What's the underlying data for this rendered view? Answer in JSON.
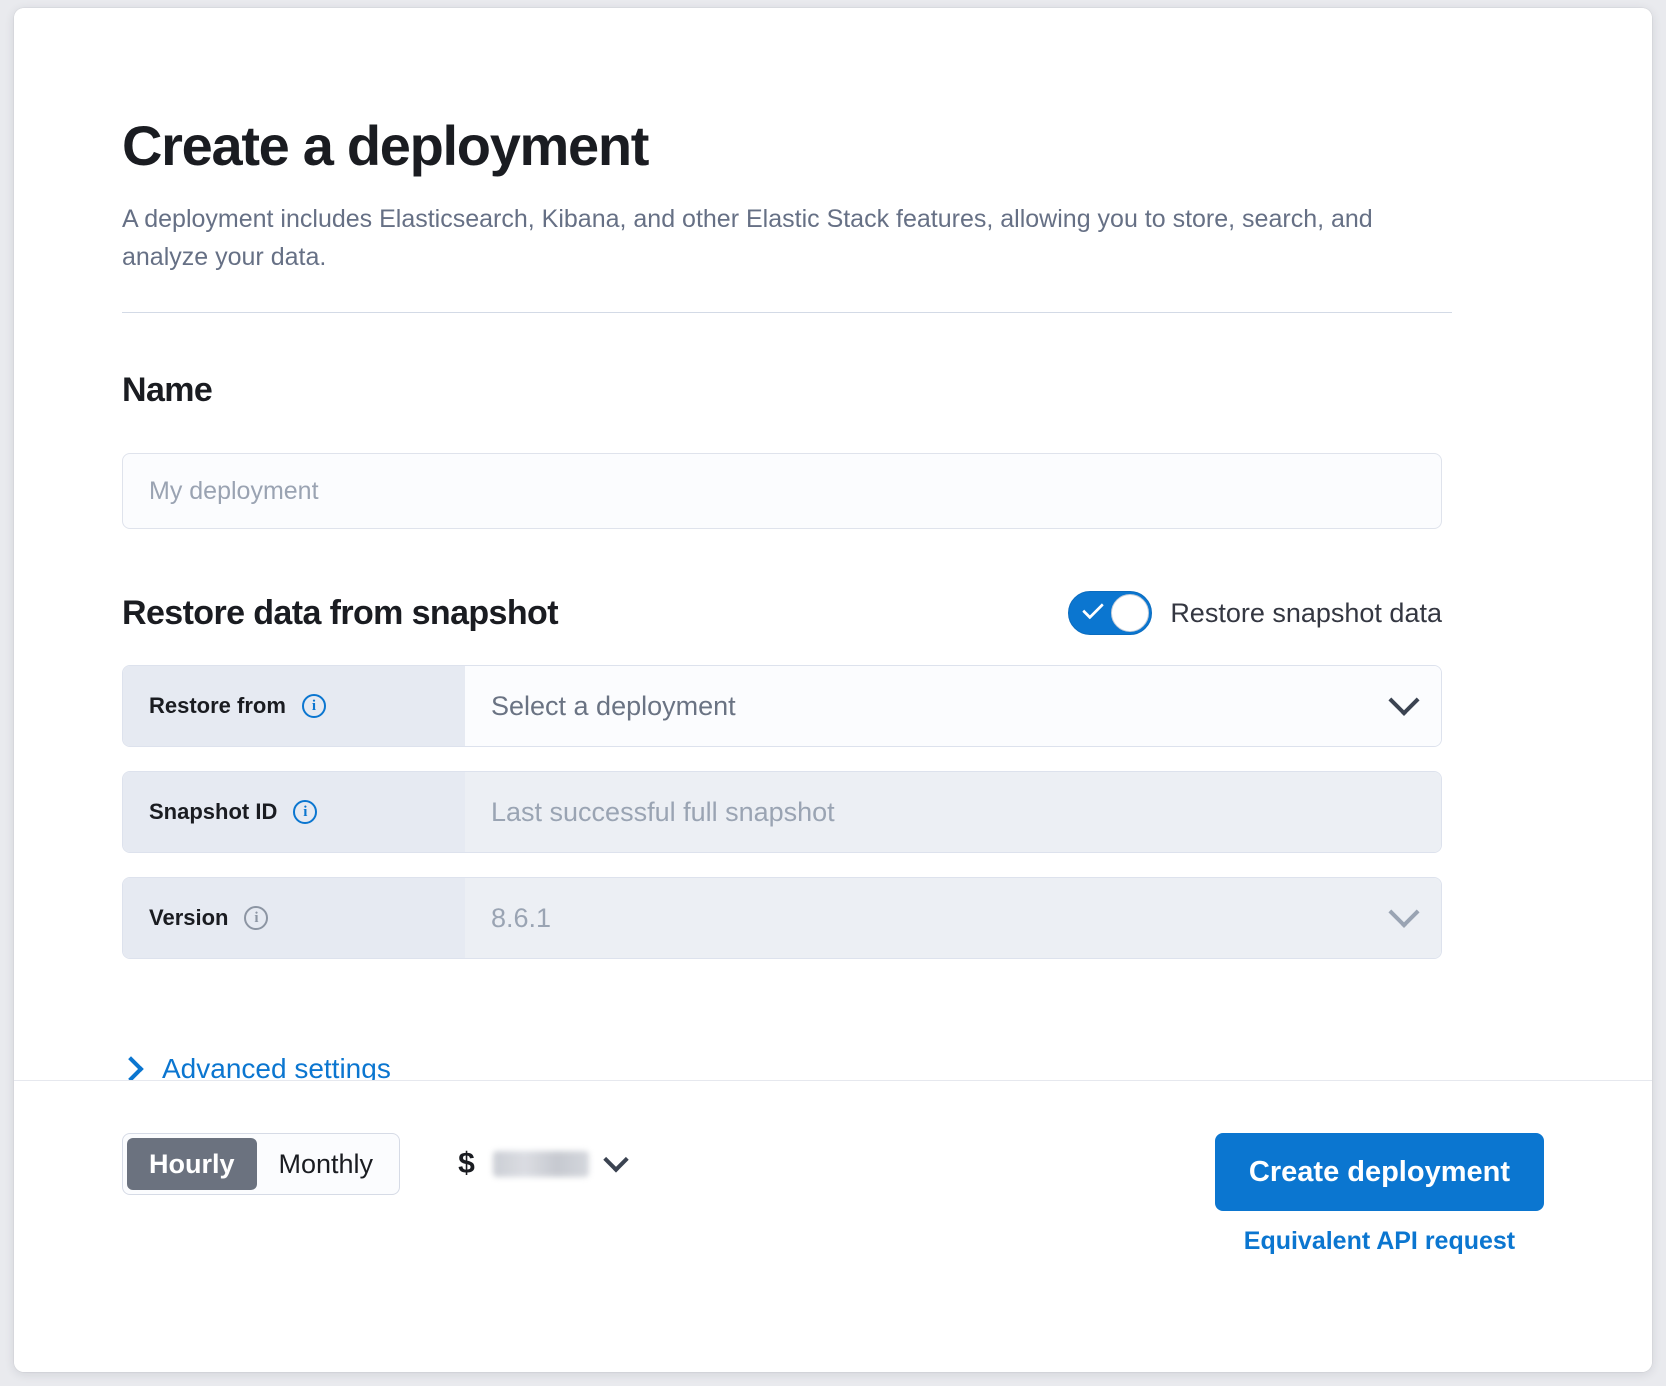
{
  "page": {
    "title": "Create a deployment",
    "subtitle": "A deployment includes Elasticsearch, Kibana, and other Elastic Stack features, allowing you to store, search, and analyze your data."
  },
  "name_section": {
    "heading": "Name",
    "input_placeholder": "My deployment",
    "input_value": ""
  },
  "snapshot_section": {
    "heading": "Restore data from snapshot",
    "toggle_label": "Restore snapshot data",
    "toggle_on": true,
    "rows": [
      {
        "label": "Restore from",
        "value": "Select a deployment",
        "info_icon": "info-icon",
        "has_chevron": true,
        "disabled": false
      },
      {
        "label": "Snapshot ID",
        "value": "Last successful full snapshot",
        "info_icon": "info-icon",
        "has_chevron": false,
        "disabled": true
      },
      {
        "label": "Version",
        "value": "8.6.1",
        "info_icon": "info-icon",
        "has_chevron": true,
        "disabled": true
      }
    ],
    "advanced_label": "Advanced settings",
    "advanced_icon": "chevron-right-icon"
  },
  "footer": {
    "billing_options": [
      {
        "label": "Hourly",
        "active": true
      },
      {
        "label": "Monthly",
        "active": false
      }
    ],
    "price_currency": "$",
    "price_value": "",
    "price_chevron_icon": "chevron-down-icon",
    "create_button": "Create deployment",
    "api_link": "Equivalent API request"
  },
  "colors": {
    "accent": "#0b76d0",
    "text": "#1a1c21",
    "muted": "#667085",
    "label_bg": "#e6eaf2",
    "disabled_bg": "#eceff4",
    "segment_active": "#6b727f"
  }
}
